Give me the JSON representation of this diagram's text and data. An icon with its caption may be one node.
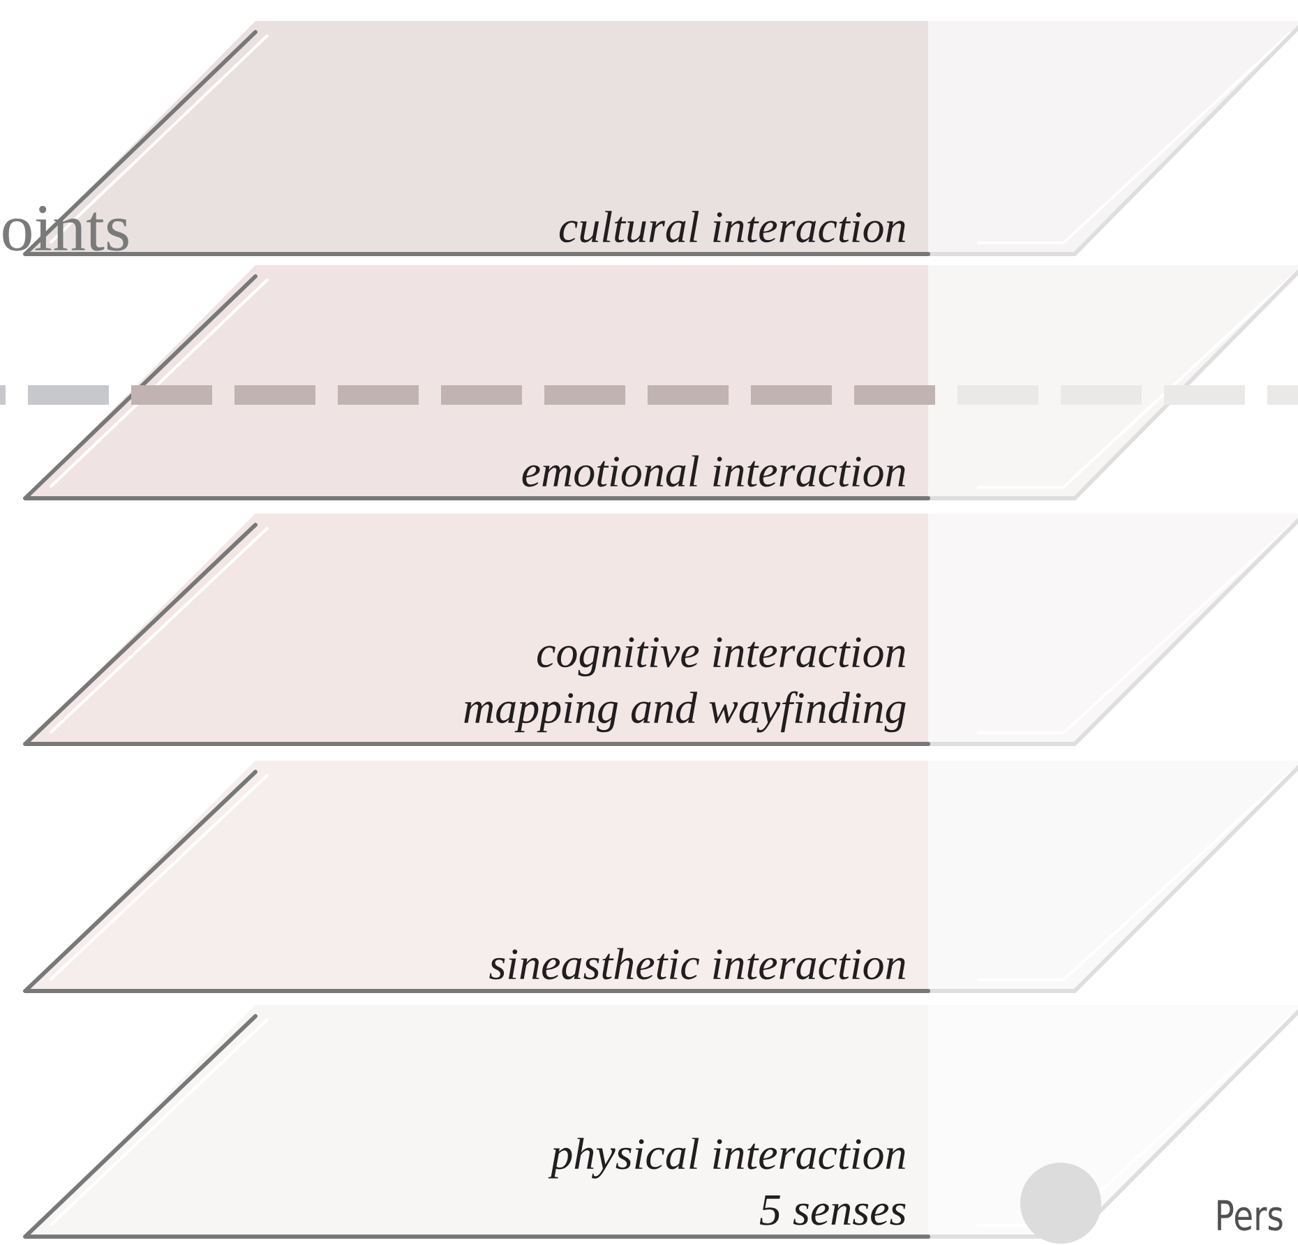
{
  "diagram": {
    "nodes": [
      {
        "text": [
          "cultural interaction"
        ]
      },
      {
        "text": [
          "emotional interaction"
        ]
      },
      {
        "text": [
          "cognitive interaction",
          "mapping and wayfinding"
        ]
      },
      {
        "text": [
          "sineasthetic interaction"
        ]
      },
      {
        "text": [
          "physical interaction",
          "5 senses"
        ]
      }
    ],
    "labels": [
      "oints",
      "Pers"
    ]
  }
}
